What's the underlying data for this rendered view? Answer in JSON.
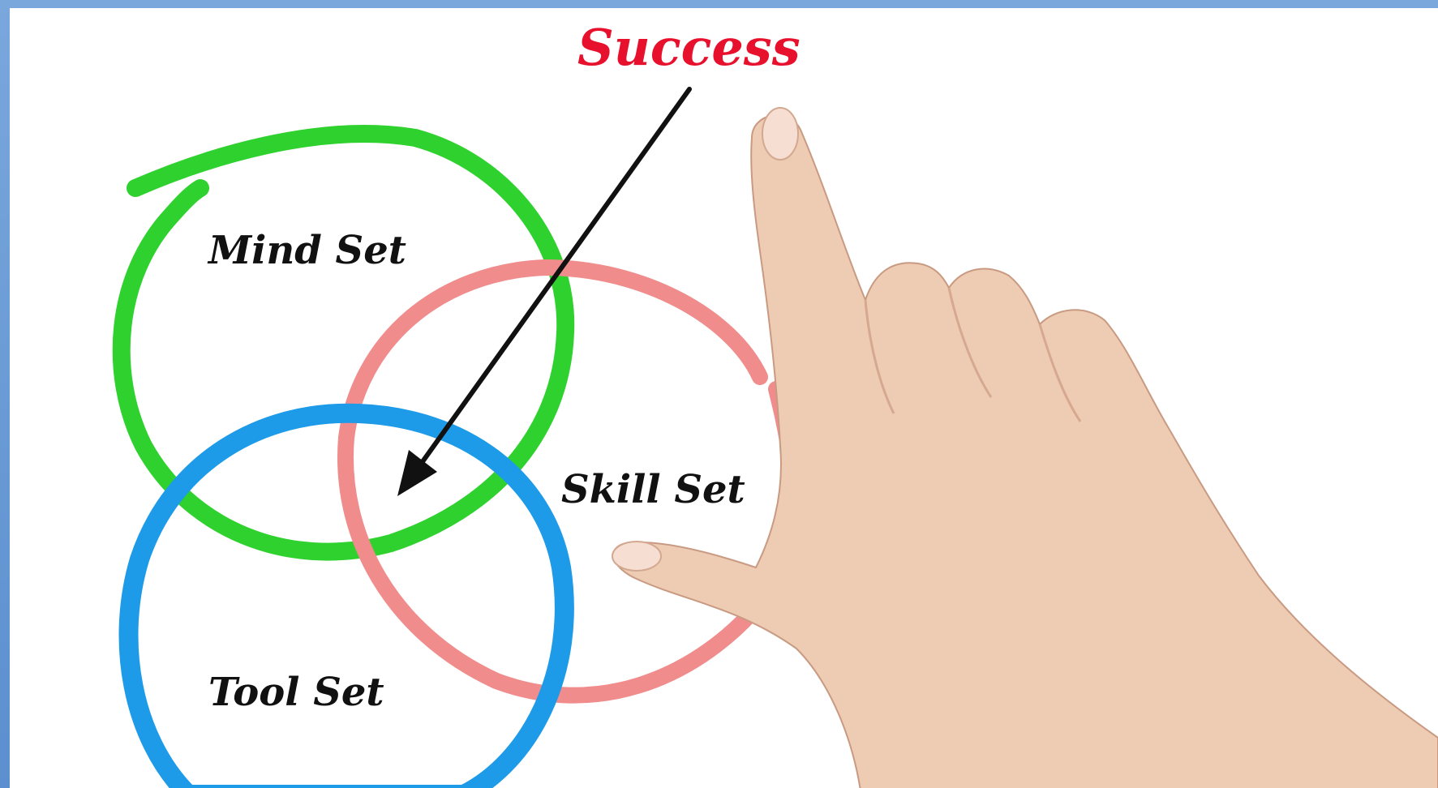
{
  "diagram": {
    "title": "Success",
    "circles": [
      {
        "label": "Mind Set",
        "color": "#2fd12f"
      },
      {
        "label": "Skill Set",
        "color": "#f08c8c"
      },
      {
        "label": "Tool Set",
        "color": "#1e9be8"
      }
    ],
    "arrow_color": "#111111",
    "title_color": "#e8112d"
  }
}
